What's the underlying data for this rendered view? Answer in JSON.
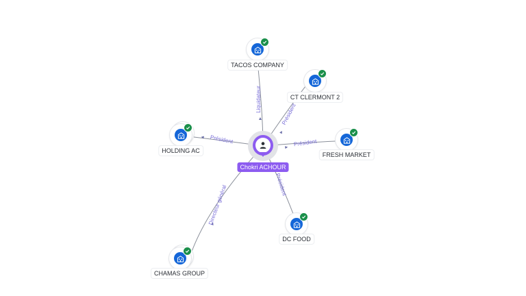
{
  "center": {
    "name": "Chokri ACHOUR",
    "icon": "person-icon",
    "color": "#8d5cf0"
  },
  "companies": [
    {
      "id": "tacos",
      "name": "TACOS COMPANY",
      "relation": "Liquidateur",
      "stacked": false
    },
    {
      "id": "ctclermont",
      "name": "CT CLERMONT 2",
      "relation": "Président",
      "stacked": false
    },
    {
      "id": "fresh",
      "name": "FRESH MARKET",
      "relation": "Président",
      "stacked": false
    },
    {
      "id": "dcfood",
      "name": "DC FOOD",
      "relation": "Président",
      "stacked": false
    },
    {
      "id": "chamas",
      "name": "CHAMAS GROUP",
      "relation": "Directeur général",
      "stacked": true
    },
    {
      "id": "holding",
      "name": "HOLDING AC",
      "relation": "Président",
      "stacked": true
    }
  ],
  "colors": {
    "company": "#1466d8",
    "verified": "#1a8f4a",
    "edge": "#8a8f9a",
    "edge_label": "#7a6fd8"
  },
  "icons": {
    "company": "building-icon",
    "verified": "check-badge-icon"
  }
}
